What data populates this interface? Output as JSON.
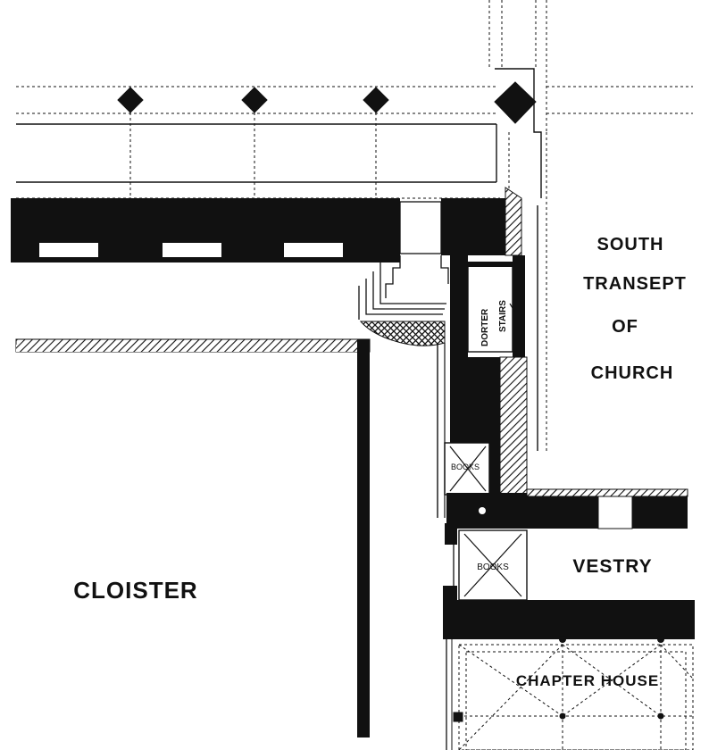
{
  "labels": {
    "south_transept": [
      "SOUTH",
      "TRANSEPT",
      "OF",
      "CHURCH"
    ],
    "cloister": "CLOISTER",
    "vestry": "VESTRY",
    "chapter_house": "CHAPTER HOUSE",
    "dorter_stairs": [
      "DORTER",
      "STAIRS"
    ],
    "books_upper": "BOOKS",
    "books_lower": "BOOKS"
  }
}
